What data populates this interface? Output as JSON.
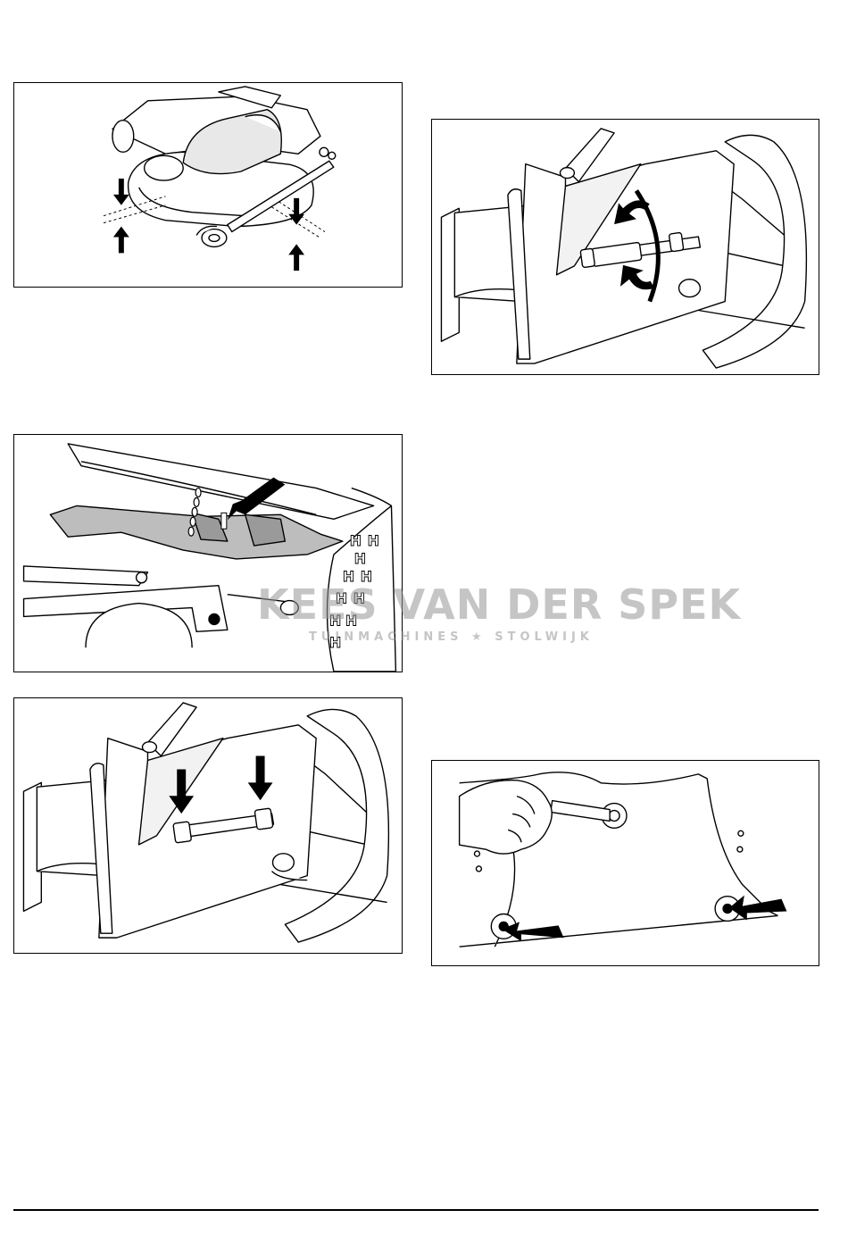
{
  "watermark": {
    "name": "KEES VAN DER SPEK",
    "tagline": "TUINMACHINES ★ STOLWIJK"
  },
  "figures": [
    {
      "id": "fig1",
      "subject": "mower deck height adjustment",
      "arrows": 4
    },
    {
      "id": "fig2",
      "subject": "deck chain bracket bolt",
      "arrows": 1
    },
    {
      "id": "fig3",
      "subject": "adjuster rod lock nuts",
      "arrows": 2
    },
    {
      "id": "fig4",
      "subject": "turnbuckle rotation",
      "arrows": 2
    },
    {
      "id": "fig5",
      "subject": "deck cover screws with wrench",
      "arrows": 2
    }
  ]
}
